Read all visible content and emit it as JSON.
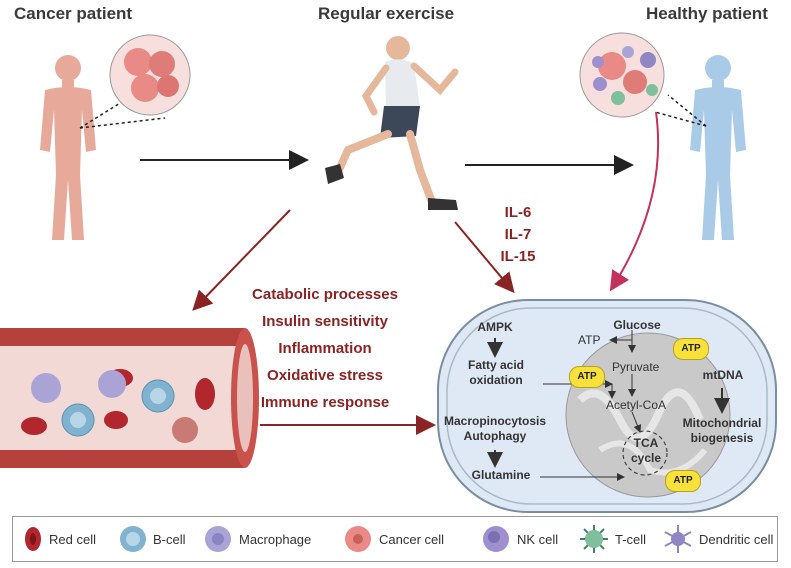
{
  "headers": {
    "cancer_patient": "Cancer patient",
    "regular_exercise": "Regular exercise",
    "healthy_patient": "Healthy patient"
  },
  "cytokines": [
    "IL-6",
    "IL-7",
    "IL-15"
  ],
  "effects": [
    "Catabolic processes",
    "Insulin sensitivity",
    "Inflammation",
    "Oxidative stress",
    "Immune response"
  ],
  "cell_diagram": {
    "ampk": "AMPK",
    "fatty_acid_oxidation": "Fatty acid\noxidation",
    "macropinocytosis": "Macropinocytosis\nAutophagy",
    "glutamine": "Glutamine",
    "glucose": "Glucose",
    "atp_plain": "ATP",
    "pyruvate": "Pyruvate",
    "acetyl_coa": "Acetyl-CoA",
    "tca_cycle": "TCA\ncycle",
    "mtdna": "mtDNA",
    "mito_biogenesis": "Mitochondrial\nbiogenesis",
    "atp_badge": "ATP"
  },
  "legend": [
    {
      "label": "Red cell",
      "icon": "red-cell-icon",
      "color": "#b2262e"
    },
    {
      "label": "B-cell",
      "icon": "b-cell-icon",
      "color": "#7fb3cf"
    },
    {
      "label": "Macrophage",
      "icon": "macrophage-icon",
      "color": "#a9a3d6"
    },
    {
      "label": "Cancer cell",
      "icon": "cancer-cell-icon",
      "color": "#e98a86"
    },
    {
      "label": "NK cell",
      "icon": "nk-cell-icon",
      "color": "#9e8fcf"
    },
    {
      "label": "T-cell",
      "icon": "t-cell-icon",
      "color": "#7fbf9c"
    },
    {
      "label": "Dendritic cell",
      "icon": "dendritic-cell-icon",
      "color": "#8f86c4"
    }
  ],
  "colors": {
    "arrow_red": "#8a2323",
    "body_cancer": "#e7a99a",
    "body_healthy": "#a9cbe8",
    "vessel": "#b5413c",
    "cell_fill": "#dfe9f5",
    "mito_fill": "#c9c9c9"
  }
}
